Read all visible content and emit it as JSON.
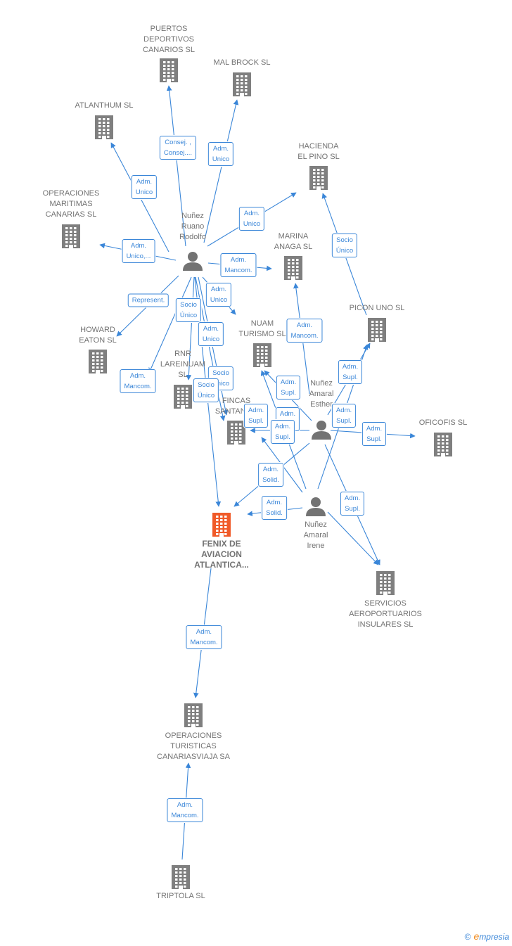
{
  "colors": {
    "edge": "#3a86d8",
    "node": "#7f7f7f",
    "main_node": "#f05a28"
  },
  "icons": {
    "company": "building-icon",
    "person": "person-icon"
  },
  "nodes": [
    {
      "id": "puertos",
      "type": "company",
      "label": "PUERTOS\nDEPORTIVOS\nCANARIOS SL"
    },
    {
      "id": "malbrock",
      "type": "company",
      "label": "MAL BROCK SL"
    },
    {
      "id": "atlanthum",
      "type": "company",
      "label": "ATLANTHUM SL"
    },
    {
      "id": "hacienda",
      "type": "company",
      "label": "HACIENDA\nEL PINO SL"
    },
    {
      "id": "operaciones_maritimas",
      "type": "company",
      "label": "OPERACIONES\nMARITIMAS\nCANARIAS  SL"
    },
    {
      "id": "marina",
      "type": "company",
      "label": "MARINA\nANAGA  SL"
    },
    {
      "id": "picon",
      "type": "company",
      "label": "PICON UNO  SL"
    },
    {
      "id": "howard",
      "type": "company",
      "label": "HOWARD\nEATON  SL"
    },
    {
      "id": "nuam",
      "type": "company",
      "label": "NUAM\nTURISMO  SL"
    },
    {
      "id": "rnr",
      "type": "company",
      "label": "RNR\nLAREINUAM\nSL"
    },
    {
      "id": "fincas",
      "type": "company",
      "label": "FINCAS\nSANTANA..."
    },
    {
      "id": "oficofis",
      "type": "company",
      "label": "OFICOFIS  SL"
    },
    {
      "id": "fenix",
      "type": "main",
      "label": "FENIX DE\nAVIACION\nATLANTICA..."
    },
    {
      "id": "servicios",
      "type": "company",
      "label": "SERVICIOS\nAEROPORTUARIOS\nINSULARES SL"
    },
    {
      "id": "operaciones_turisticas",
      "type": "company",
      "label": "OPERACIONES\nTURISTICAS\nCANARIASVIAJA SA"
    },
    {
      "id": "triptola",
      "type": "company",
      "label": "TRIPTOLA  SL"
    },
    {
      "id": "rodolfo",
      "type": "person",
      "label": "Nuñez\nRuano\nRodolfo"
    },
    {
      "id": "esther",
      "type": "person",
      "label": "Nuñez\nAmaral\nEsther"
    },
    {
      "id": "irene",
      "type": "person",
      "label": "Nuñez\nAmaral\nIrene"
    }
  ],
  "edges": [
    {
      "from": "rodolfo",
      "to": "puertos",
      "label": "Consej. ,\nConsej...."
    },
    {
      "from": "rodolfo",
      "to": "malbrock",
      "label": "Adm.\nUnico"
    },
    {
      "from": "rodolfo",
      "to": "atlanthum",
      "label": "Adm.\nUnico"
    },
    {
      "from": "rodolfo",
      "to": "hacienda",
      "label": "Adm.\nUnico"
    },
    {
      "from": "rodolfo",
      "to": "operaciones_maritimas",
      "label": "Adm.\nUnico,..."
    },
    {
      "from": "rodolfo",
      "to": "marina",
      "label": "Adm.\nMancom."
    },
    {
      "from": "rodolfo",
      "to": "howard",
      "label": "Represent."
    },
    {
      "from": "rodolfo",
      "to": "nuam",
      "label": "Adm.\nUnico"
    },
    {
      "from": "rodolfo",
      "to": "rnr",
      "label": "Socio\nÚnico"
    },
    {
      "from": "rodolfo",
      "to": "fincas",
      "label": "Adm.\nUnico"
    },
    {
      "from": "rodolfo",
      "to": "fenix",
      "label": "Adm.\nMancom."
    },
    {
      "from": "rodolfo",
      "to": "fincas",
      "label": "Socio\nÚnico"
    },
    {
      "from": "rodolfo",
      "to": "fenix",
      "label": "Socio\nÚnico"
    },
    {
      "from": "esther",
      "to": "marina",
      "label": "Adm.\nMancom."
    },
    {
      "from": "esther",
      "to": "picon",
      "label": "Adm.\nSupl."
    },
    {
      "from": "esther",
      "to": "nuam",
      "label": "Adm.\nSupl."
    },
    {
      "from": "esther",
      "to": "fincas",
      "label": "Adm.\nSupl."
    },
    {
      "from": "esther",
      "to": "oficofis",
      "label": "Adm.\nSupl."
    },
    {
      "from": "esther",
      "to": "fenix",
      "label": "Adm.\nSolid."
    },
    {
      "from": "esther",
      "to": "servicios",
      "label": "Adm.\nSupl."
    },
    {
      "from": "picon",
      "to": "hacienda",
      "label": "Socio\nÚnico"
    },
    {
      "from": "irene",
      "to": "picon",
      "label": "Adm.\nSupl."
    },
    {
      "from": "irene",
      "to": "nuam",
      "label": "Adm.\nSupl."
    },
    {
      "from": "irene",
      "to": "fincas",
      "label": "Adm.\nSupl."
    },
    {
      "from": "irene",
      "to": "fenix",
      "label": "Adm.\nSolid."
    },
    {
      "from": "irene",
      "to": "servicios",
      "label": "Adm.\nSupl."
    },
    {
      "from": "fenix",
      "to": "operaciones_turisticas",
      "label": "Adm.\nMancom."
    },
    {
      "from": "triptola",
      "to": "operaciones_turisticas",
      "label": "Adm.\nMancom."
    }
  ],
  "brand": {
    "copyright": "©",
    "name_first": "e",
    "name_rest": "mpresia"
  }
}
